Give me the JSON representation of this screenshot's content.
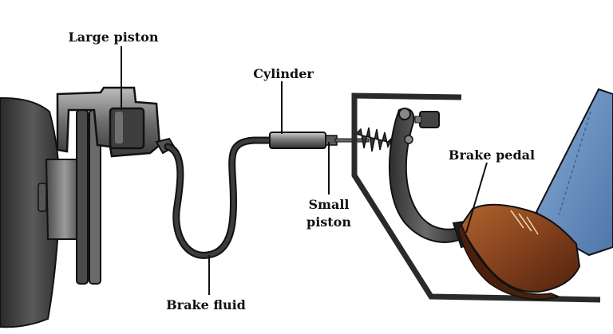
{
  "labels": {
    "large_piston": "Large piston",
    "cylinder": "Cylinder",
    "brake_pedal": "Brake pedal",
    "small_piston_line1": "Small",
    "small_piston_line2": "piston",
    "brake_fluid": "Brake fluid"
  },
  "colors": {
    "outline": "#111111",
    "metal_dark": "#3a3a3a",
    "metal_mid": "#6b6b6b",
    "metal_light": "#a8a8a8",
    "hose": "#2a2a2a",
    "boot": "#7a3a1a",
    "boot_light": "#a55a2a",
    "jeans": "#6f97c9",
    "jeans_dark": "#4e76a8"
  }
}
